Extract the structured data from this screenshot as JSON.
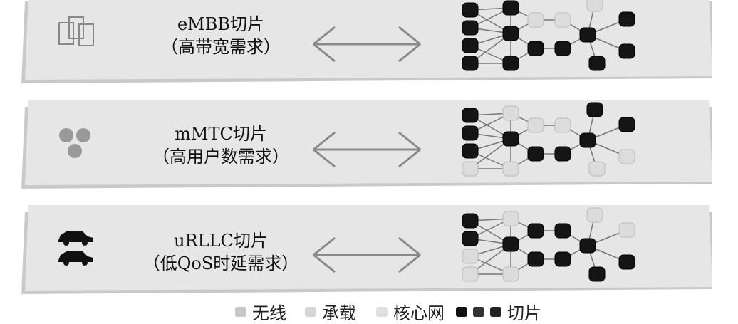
{
  "slices": [
    {
      "name": "eMBB切片",
      "requirement": "（高带宽需求）",
      "icon": "devices-icon",
      "nodes": [
        "d",
        "d",
        "d",
        "d",
        "d",
        "d",
        "d",
        "l",
        "d",
        "l",
        "d",
        "d",
        "l",
        "d",
        "d",
        "d"
      ]
    },
    {
      "name": "mMTC切片",
      "requirement": "（高用户数需求）",
      "icon": "globe-hands-icon",
      "nodes": [
        "d",
        "d",
        "d",
        "l",
        "l",
        "d",
        "l",
        "l",
        "d",
        "l",
        "d",
        "d",
        "d",
        "l",
        "d",
        "l"
      ]
    },
    {
      "name": "uRLLC切片",
      "requirement": "（低QoS时延需求）",
      "icon": "car-icon",
      "nodes": [
        "d",
        "d",
        "l",
        "l",
        "l",
        "d",
        "l",
        "d",
        "d",
        "d",
        "d",
        "d",
        "l",
        "d",
        "l",
        "d"
      ]
    }
  ],
  "legend": [
    {
      "label": "无线",
      "color": "#c8c8c8"
    },
    {
      "label": "承载",
      "color": "#d6d6d6"
    },
    {
      "label": "核心网",
      "color": "#e0e0e0"
    },
    {
      "label": "切片",
      "color": "#1a1a1a"
    }
  ],
  "colors": {
    "plane": "#e6e6e6",
    "dark_node": "#151515",
    "light_node": "#dcdcdc",
    "arrow": "#8a8a8a"
  }
}
